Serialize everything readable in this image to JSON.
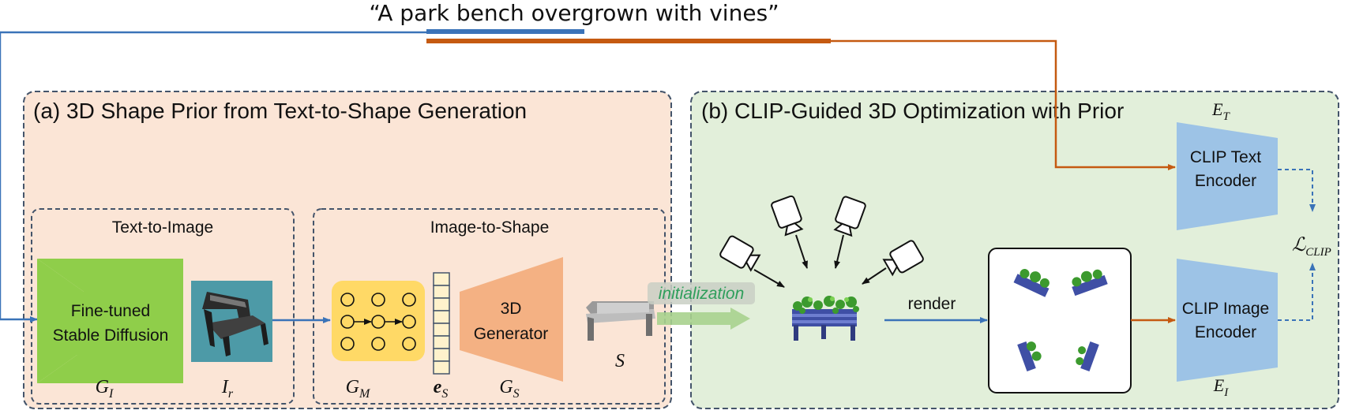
{
  "prompt": {
    "text": "“A park bench overgrown with vines”"
  },
  "panel_a": {
    "title": "(a) 3D Shape Prior from Text-to-Shape Generation",
    "text_to_image": {
      "title": "Text-to-Image",
      "model_line1": "Fine-tuned",
      "model_line2": "Stable Diffusion",
      "g_label": "G",
      "g_sub": "I",
      "img_label": "I",
      "img_sub": "r"
    },
    "image_to_shape": {
      "title": "Image-to-Shape",
      "gm_label": "G",
      "gm_sub": "M",
      "es_label": "e",
      "es_sub": "S",
      "generator_line1": "3D",
      "generator_line2": "Generator",
      "gs_label": "G",
      "gs_sub": "S",
      "shape_label": "S"
    }
  },
  "initialization": {
    "label": "initialization"
  },
  "panel_b": {
    "title": "(b) CLIP-Guided 3D Optimization with Prior",
    "render_label": "render",
    "text_encoder": {
      "line1": "CLIP Text",
      "line2": "Encoder",
      "sym": "E",
      "sub": "T"
    },
    "image_encoder": {
      "line1": "CLIP Image",
      "line2": "Encoder",
      "sym": "E",
      "sub": "I"
    },
    "loss": {
      "sym": "ℒ",
      "sub": "CLIP"
    }
  },
  "colors": {
    "blue_line": "#3a73b8",
    "orange_line": "#c55a11",
    "panel_a_bg": "#fbe5d6",
    "panel_b_bg": "#e2efda",
    "diffusion_green": "#8fce4a",
    "mapper_yellow": "#ffd966",
    "generator_orange": "#f4b183",
    "encoder_blue": "#9dc3e6",
    "init_green": "#a9d18e",
    "border_dash": "#44546a"
  },
  "icons": {
    "camera": "camera-icon",
    "render_image": "bench-render-image",
    "shape_image": "bench-shape-image"
  }
}
